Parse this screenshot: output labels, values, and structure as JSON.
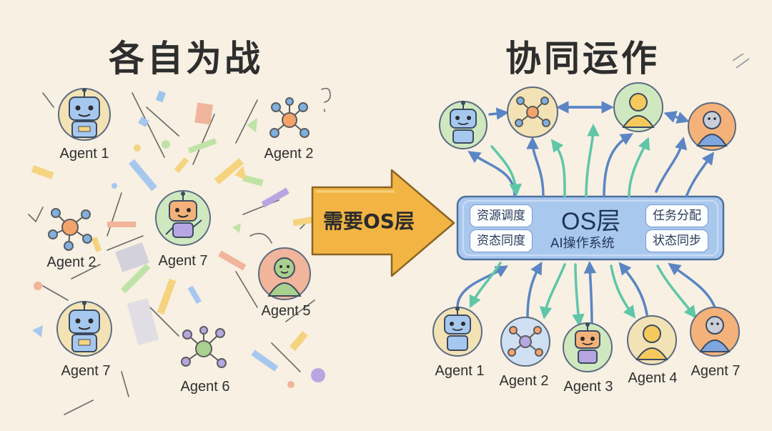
{
  "left_title": "各自为战",
  "right_title": "协同运作",
  "arrow_label": "需要OS层",
  "os": {
    "title": "OS层",
    "subtitle": "AI操作系统",
    "features": [
      "资源调度",
      "资态同度",
      "任务分配",
      "状态同步"
    ]
  },
  "left_agents": [
    "Agent 1",
    "Agent 2",
    "Agent 2",
    "Agent 7",
    "Agent 5",
    "Agent 7",
    "Agent 6"
  ],
  "right_bottom_agents": [
    "Agent 1",
    "Agent 2",
    "Agent 3",
    "Agent 4",
    "Agent 7"
  ],
  "colors": {
    "background": "#f7f0e3",
    "os_box": "#a9c8ee",
    "arrow": "#f2b544",
    "link_blue": "#5b85c4",
    "link_green": "#5fc6a8"
  }
}
